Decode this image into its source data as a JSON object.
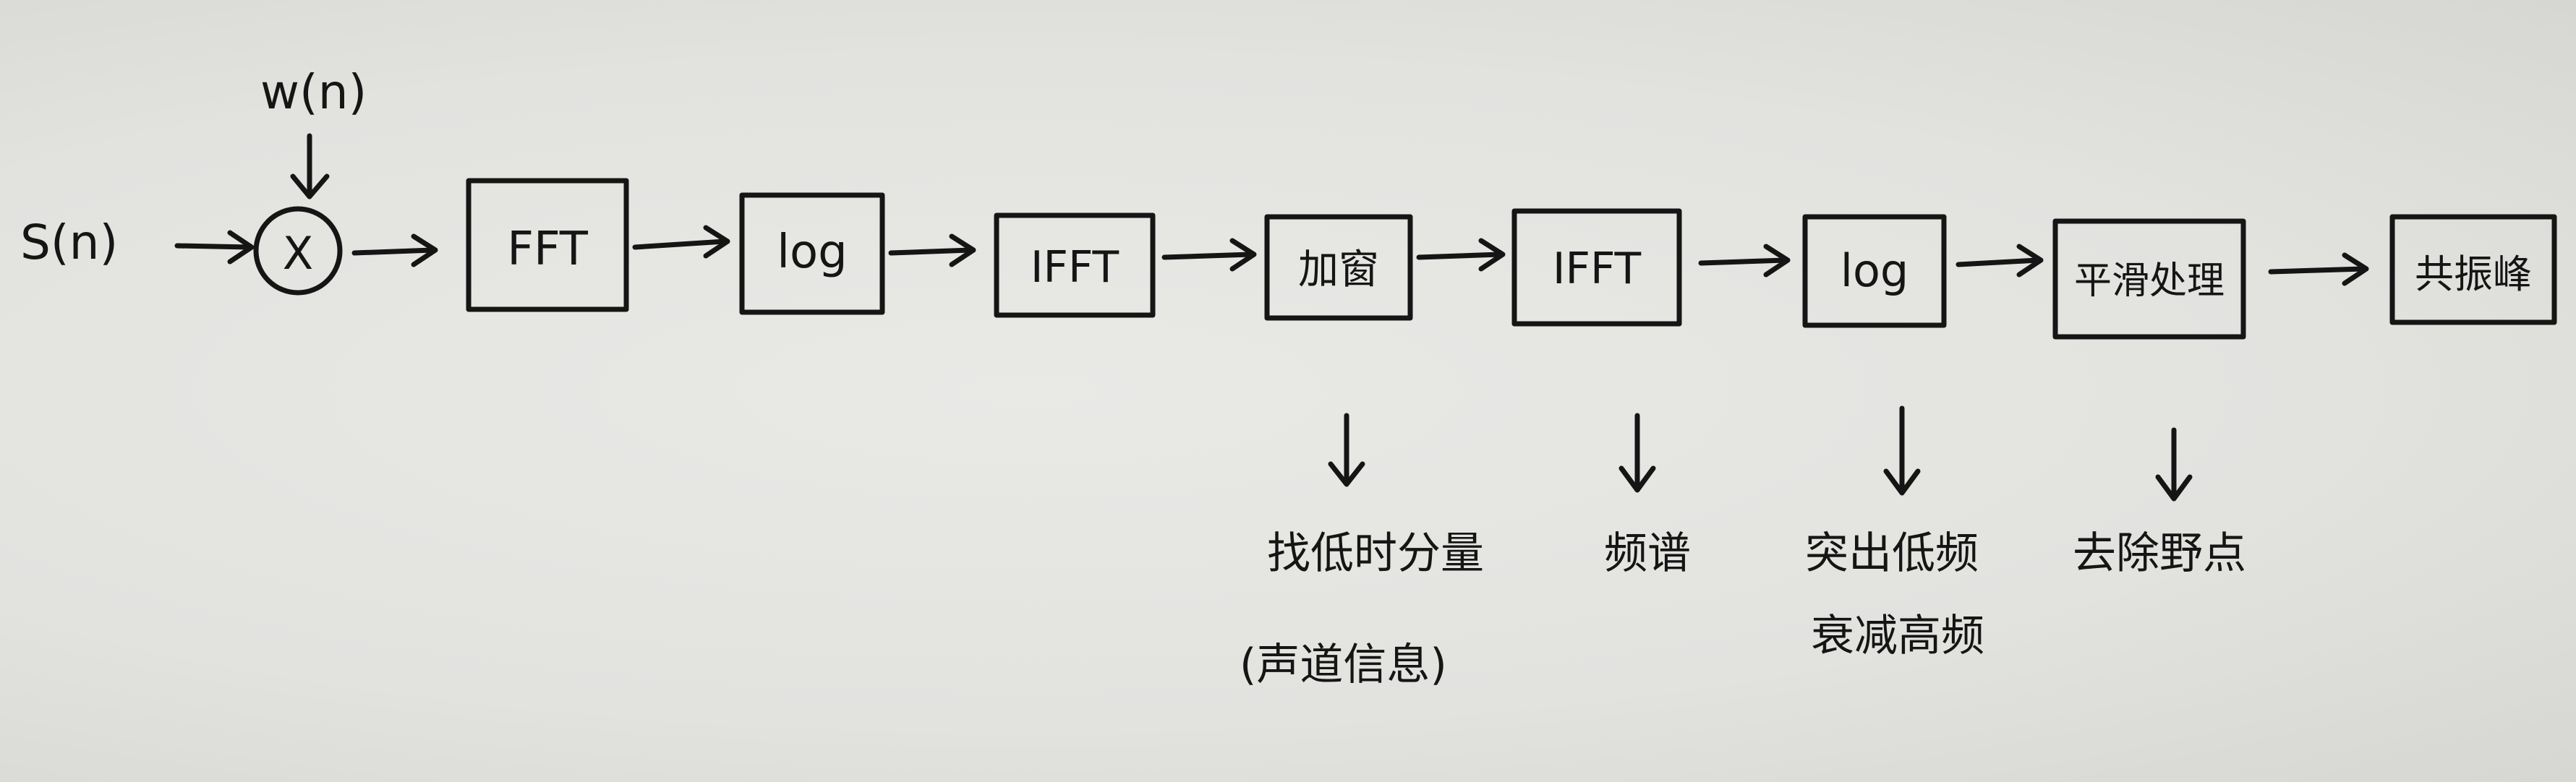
{
  "diagram": {
    "input_signal": "S(n)",
    "window_signal": "w(n)",
    "multiply_symbol": "X",
    "blocks": [
      {
        "label": "FFT"
      },
      {
        "label": "log"
      },
      {
        "label": "IFFT"
      },
      {
        "label": "加窗"
      },
      {
        "label": "IFFT"
      },
      {
        "label": "log"
      },
      {
        "label": "平滑处理"
      },
      {
        "label": "共振峰"
      }
    ],
    "notes": {
      "window": {
        "line1": "找低时分量",
        "line2": "(声道信息)"
      },
      "ifft2": {
        "line1": "频谱"
      },
      "log2": {
        "line1": "突出低频",
        "line2": "衰减高频"
      },
      "smooth": {
        "line1": "去除野点"
      }
    }
  }
}
